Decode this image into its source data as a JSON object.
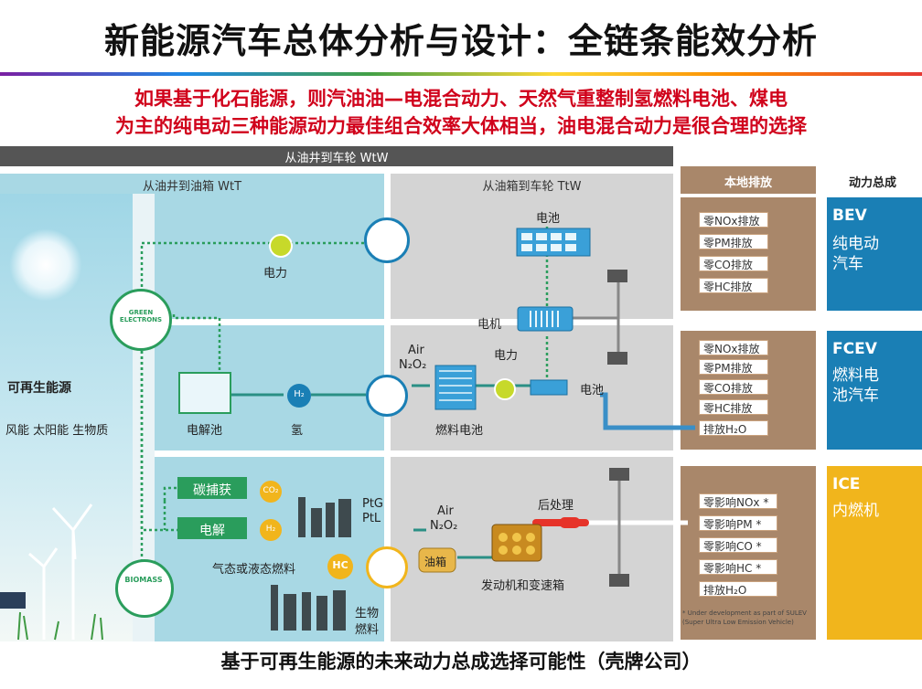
{
  "title": "新能源汽车总体分析与设计：全链条能效分析",
  "subtitle_line1": "如果基于化石能源，则汽油油—电混合动力、天然气重整制氢燃料电池、煤电",
  "subtitle_line2": "为主的纯电动三种能源动力最佳组合效率大体相当，油电混合动力是很合理的选择",
  "caption": "基于可再生能源的未来动力总成选择可能性（壳牌公司）",
  "diagram": {
    "wtw_header": "从油井到车轮 WtW",
    "wtt_header": "从油井到油箱 WtT",
    "ttw_header": "从油箱到车轮 TtW",
    "local_emission_header": "本地排放",
    "powertrain_header": "动力总成",
    "renewable_title": "可再生能源",
    "renewable_sources": "风能 太阳能 生物质",
    "green_electrons": "GREEN ELECTRONS",
    "biomass": "BIOMASS",
    "power_1": "电力",
    "battery_1": "电池",
    "motor": "电机",
    "air_1": "Air",
    "n2o2_1": "N₂O₂",
    "power_2": "电力",
    "battery_2": "电池",
    "fuel_cell": "燃料电池",
    "electrolyzer": "电解池",
    "hydrogen": "氢",
    "h2_badge": "H₂",
    "carbon_capture": "碳捕获",
    "electrolysis": "电解",
    "co2_badge": "CO₂",
    "h2_badge_2": "H₂",
    "ptg": "PtG",
    "ptl": "PtL",
    "gas_liquid_fuel": "气态或液态燃料",
    "hc_badge": "HC",
    "bio_fuel_1": "生物",
    "bio_fuel_2": "燃料",
    "fuel_tank": "油箱",
    "air_2": "Air",
    "n2o2_2": "N₂O₂",
    "after_treatment": "后处理",
    "engine_gearbox": "发动机和变速箱",
    "footnote": "* Under development as part of SULEV (Super Ultra Low Emission Vehicle)",
    "bev_emissions": [
      "零NOx排放",
      "零PM排放",
      "零CO排放",
      "零HC排放"
    ],
    "fcev_emissions": [
      "零NOx排放",
      "零PM排放",
      "零CO排放",
      "零HC排放",
      "排放H₂O"
    ],
    "ice_emissions": [
      "零影响NOx *",
      "零影响PM *",
      "零影响CO *",
      "零影响HC *",
      "排放H₂O"
    ],
    "bev_code": "BEV",
    "bev_name_1": "纯电动",
    "bev_name_2": "汽车",
    "fcev_code": "FCEV",
    "fcev_name_1": "燃料电",
    "fcev_name_2": "池汽车",
    "ice_code": "ICE",
    "ice_name": "内燃机"
  },
  "colors": {
    "light_blue": "#a8d8e4",
    "pale_blue": "#cfe6ee",
    "gray": "#d4d4d4",
    "tan": "#a9876a",
    "bev_blue": "#1a7fb5",
    "ice_yellow": "#f1b51c",
    "header_dark": "#555555"
  }
}
